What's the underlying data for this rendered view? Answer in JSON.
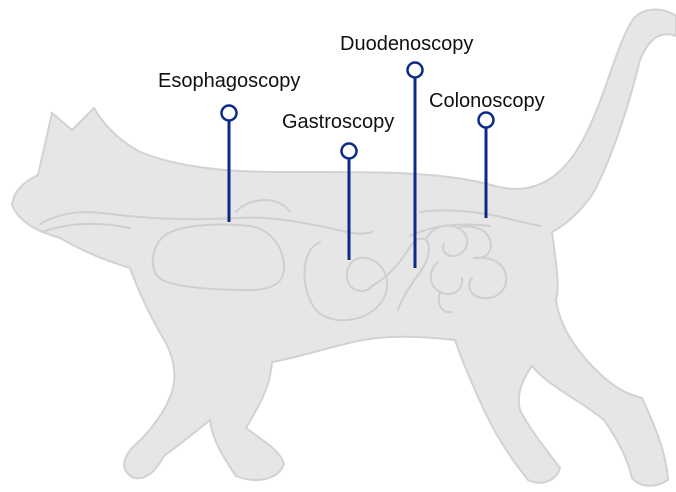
{
  "colors": {
    "silhouette_fill": "#e6e6e6",
    "silhouette_stroke": "#d2d2d2",
    "organ_stroke": "#cfcfcf",
    "marker": "#0d2a87",
    "label_text": "#111111"
  },
  "icons": {
    "animal": "cat-silhouette-icon",
    "organs": "digestive-tract-icon",
    "marker": "pin-marker-icon"
  },
  "labels": [
    {
      "id": "esophagoscopy",
      "text": "Esophagoscopy"
    },
    {
      "id": "gastroscopy",
      "text": "Gastroscopy"
    },
    {
      "id": "duodenoscopy",
      "text": "Duodenoscopy"
    },
    {
      "id": "colonoscopy",
      "text": "Colonoscopy"
    }
  ]
}
